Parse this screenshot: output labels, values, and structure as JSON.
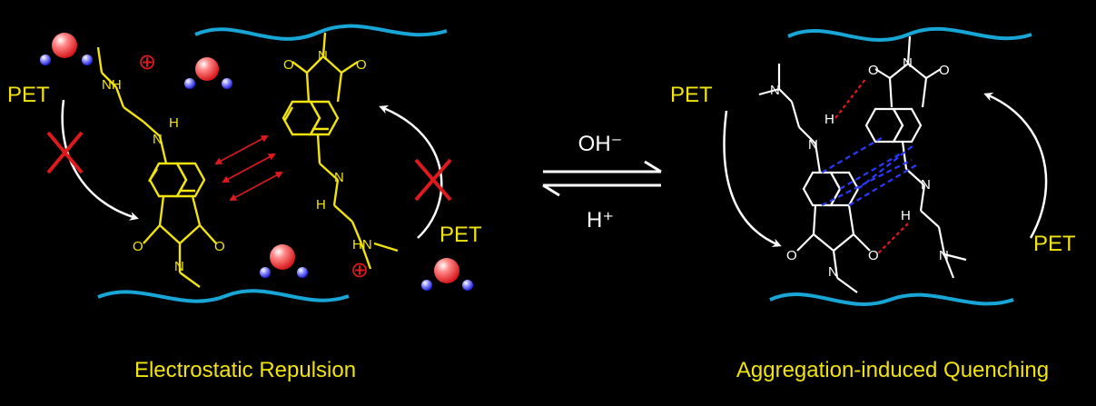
{
  "colors": {
    "background": "#000000",
    "yellow": "#f2e30c",
    "white": "#ffffff",
    "cyan": "#18a6d6",
    "red": "#e0191d",
    "blue_dash": "#2a3bff"
  },
  "left_panel": {
    "caption": "Electrostatic Repulsion",
    "pet_left": "PET",
    "pet_right": "PET",
    "charge_symbol": "⊕",
    "atoms": {
      "n_upper": "N",
      "n_lower": "N",
      "h_upper": "H",
      "nh_top": "NH",
      "h_lower": "H",
      "hn_lower": "HN",
      "nh_right": "N",
      "o": "O",
      "n_imide": "N"
    }
  },
  "equilibrium": {
    "forward_label": "OH⁻",
    "reverse_label": "H⁺"
  },
  "right_panel": {
    "caption": "Aggregation-induced Quenching",
    "pet_left": "PET",
    "pet_right": "PET",
    "atoms": {
      "n": "N",
      "h": "H",
      "o": "O"
    }
  },
  "icons": [
    "water-molecule-icon",
    "cross-icon",
    "curved-arrow-icon",
    "double-headed-arrow-icon",
    "equilibrium-arrows-icon",
    "polymer-chain-icon"
  ]
}
